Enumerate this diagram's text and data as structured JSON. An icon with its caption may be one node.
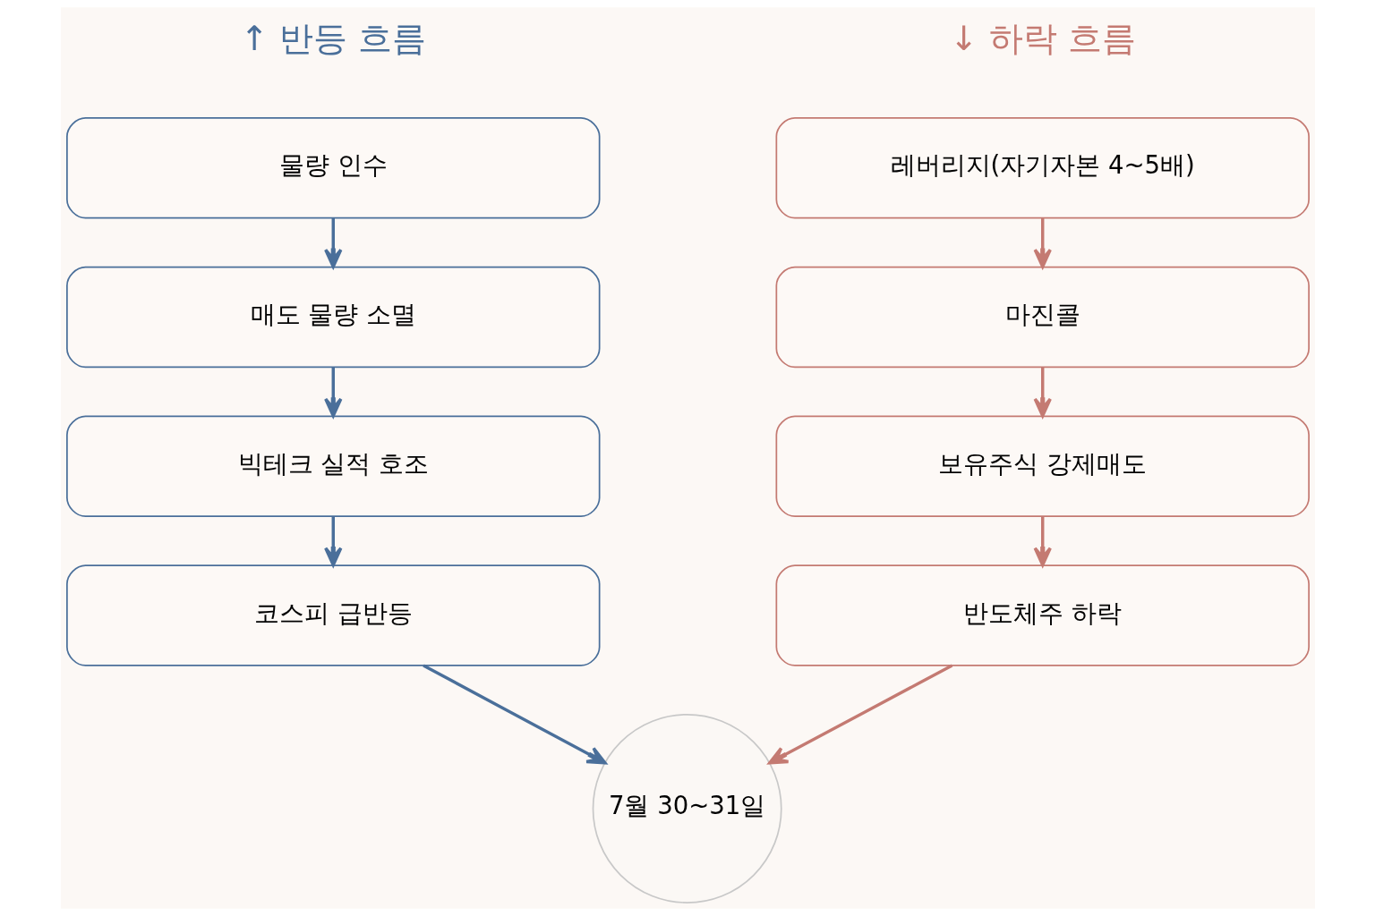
{
  "diagram": {
    "nodes": [
      {
        "text": [
          "레버리지(자기자본 4~5배)"
        ]
      },
      {
        "text": [
          "마진콜"
        ]
      },
      {
        "text": [
          "보유주식 강제매도"
        ]
      },
      {
        "text": [
          "반도체주 하락"
        ]
      },
      {
        "text": [
          "물량 인수"
        ]
      },
      {
        "text": [
          "매도 물량 소멸"
        ]
      },
      {
        "text": [
          "빅테크 실적 호조"
        ]
      },
      {
        "text": [
          "코스피 급반등"
        ]
      },
      {
        "text": [
          "7월 30~31일"
        ]
      }
    ],
    "edges": [
      {
        "from": 0,
        "to": 1,
        "arrow": "to",
        "color": "#c47a72"
      },
      {
        "from": 1,
        "to": 2,
        "arrow": "to",
        "color": "#c47a72"
      },
      {
        "from": 2,
        "to": 3,
        "arrow": "to",
        "color": "#c47a72"
      },
      {
        "from": 3,
        "to": 8,
        "arrow": "to",
        "color": "#c47a72"
      },
      {
        "from": 4,
        "to": 5,
        "arrow": "to",
        "color": "#4a6f9a"
      },
      {
        "from": 5,
        "to": 6,
        "arrow": "to",
        "color": "#4a6f9a"
      },
      {
        "from": 6,
        "to": 7,
        "arrow": "to",
        "color": "#4a6f9a"
      },
      {
        "from": 7,
        "to": 8,
        "arrow": "to",
        "color": "#4a6f9a"
      }
    ],
    "labels": [
      "↓ 하락 흐름",
      "↑ 반등 흐름"
    ]
  }
}
